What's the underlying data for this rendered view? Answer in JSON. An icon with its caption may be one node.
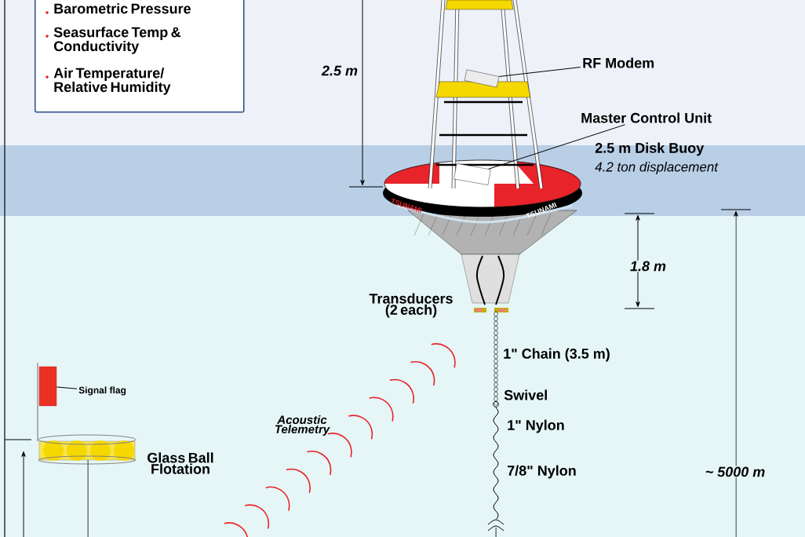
{
  "diagram": {
    "nodes": [
      {
        "text": [
          "Barometric Pressure",
          "Seasurface Temp & Conductivity",
          "Air Temperature/ Relative Humidity"
        ]
      },
      {
        "text": [
          "RF Modem"
        ]
      },
      {
        "text": [],
        "shape": "box"
      },
      {
        "text": [
          "Master Control Unit"
        ]
      },
      {
        "text": [],
        "shape": "box"
      },
      {
        "text": [
          "Signal flag"
        ]
      },
      {
        "text": [],
        "shape": "box"
      }
    ],
    "edges": [
      {
        "from": 1,
        "to": 2,
        "arrow": "none"
      },
      {
        "from": 3,
        "to": 4,
        "arrow": "none"
      },
      {
        "from": 5,
        "to": 6,
        "arrow": "none"
      }
    ],
    "labels": [
      "2.5 m",
      "2.5 m Disk Buoy",
      "4.2 ton displacement",
      "TSUNAMI",
      "TSUNAMI",
      "1.8 m",
      "Transducers (2 each)",
      "1\" Chain (3.5 m)",
      "Swivel",
      "Acoustic Telemetry",
      "1\" Nylon",
      "Glass Ball Flotation",
      "7/8\" Nylon",
      "~ 5000 m"
    ]
  }
}
